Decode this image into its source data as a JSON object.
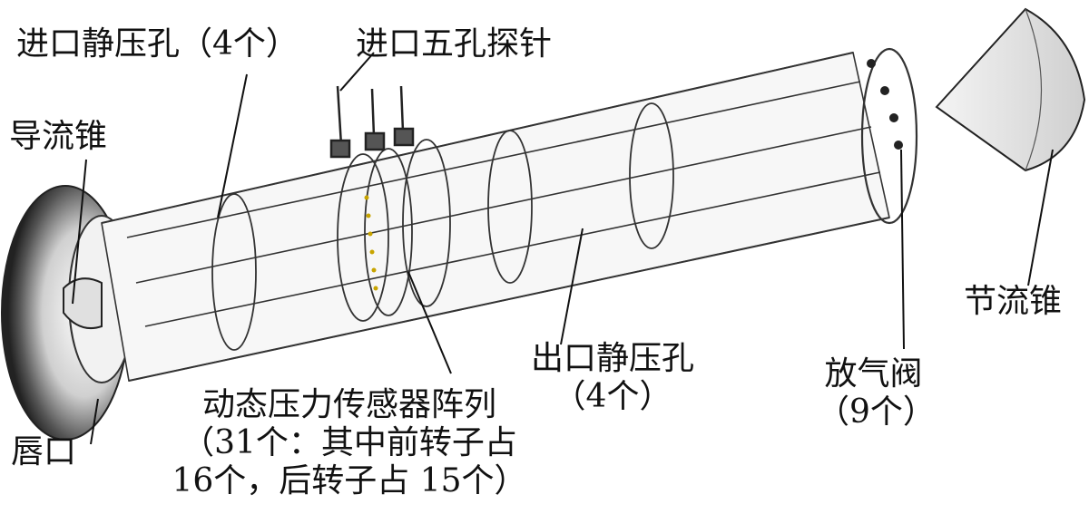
{
  "figure": {
    "labels": {
      "inlet_static_holes": "进口静压孔（4个）",
      "inlet_five_hole_probe": "进口五孔探针",
      "guide_cone": "导流锥",
      "lip": "唇口",
      "dynamic_sensor_array": [
        "动态压力传感器阵列",
        "（31个：其中前转子占",
        "16个，后转子占 15个）"
      ],
      "outlet_static_holes": [
        "出口静压孔",
        "（4个）"
      ],
      "bleed_valve": [
        "放气阀",
        "（9个）"
      ],
      "throttle_cone": "节流锥"
    }
  }
}
